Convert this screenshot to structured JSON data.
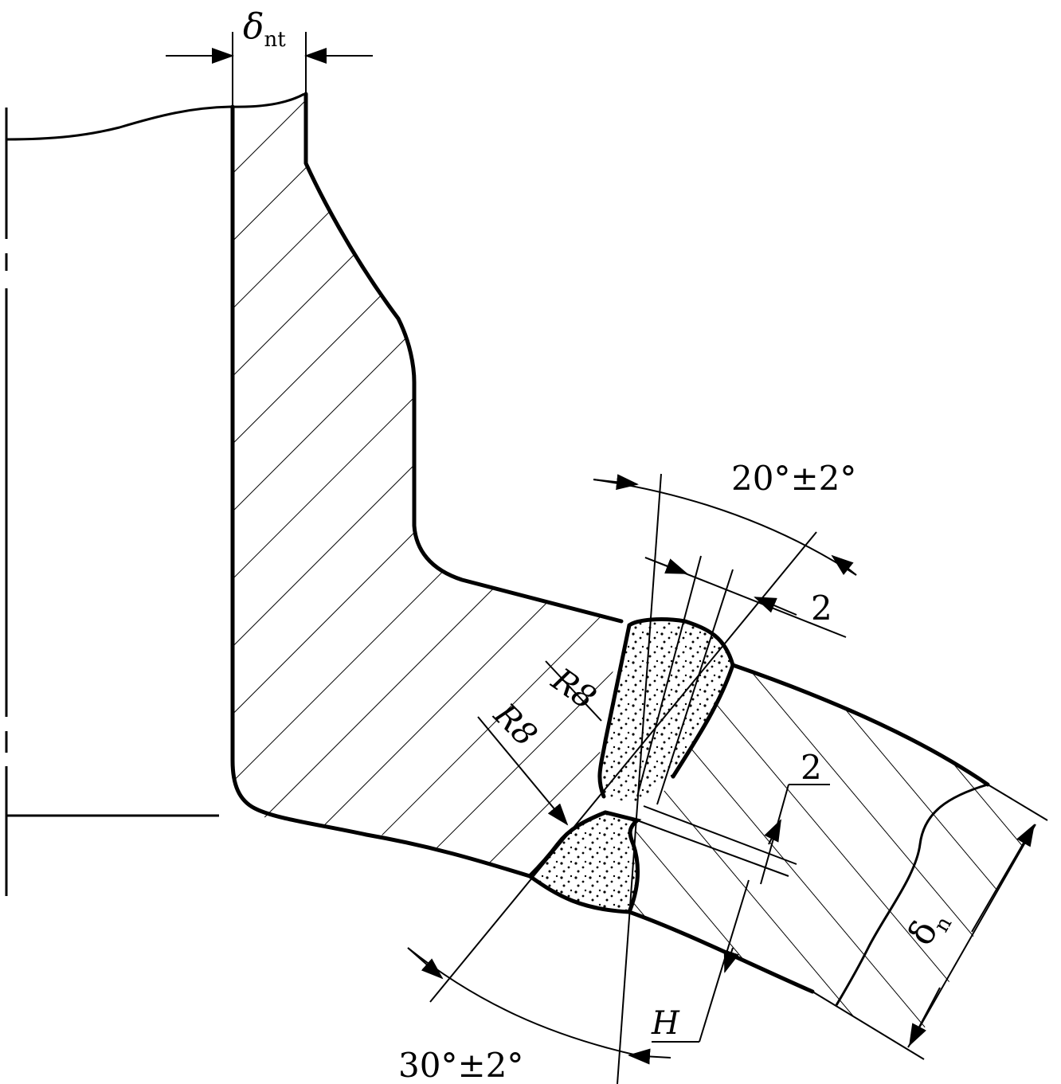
{
  "labels": {
    "delta_nt": {
      "symbol": "δ",
      "subscript": "nt"
    },
    "angle_top": "20°±2°",
    "dim_2_top": "2",
    "dim_2_right": "2",
    "r8_upper": "R8",
    "r8_lower": "R8",
    "delta_n": {
      "symbol": "δ",
      "subscript": "n"
    },
    "h_label": "H",
    "angle_bottom": "30°±2°"
  },
  "colors": {
    "line": "#000000",
    "background": "#ffffff"
  }
}
